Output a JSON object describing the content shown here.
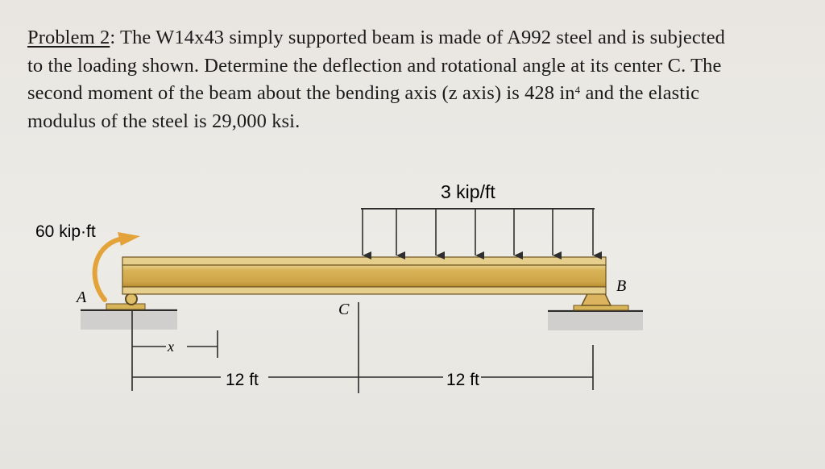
{
  "problem": {
    "label": "Problem 2",
    "line1_rest": ": The W14x43 simply supported beam is made of A992 steel and is subjected",
    "line2": "to the loading shown. Determine the deflection and rotational angle at its center C. The",
    "line3_pre": "second moment of the beam about the bending axis (z axis) is 428 in",
    "line3_sup": "4",
    "line3_post": " and the elastic",
    "line4": "modulus of the steel is 29,000 ksi."
  },
  "diagram": {
    "distributed_load_label": "3 kip/ft",
    "moment_label": "60 kip·ft",
    "point_a": "A",
    "point_b": "B",
    "point_c": "C",
    "x_label": "x",
    "dim_left": "12 ft",
    "dim_right": "12 ft",
    "colors": {
      "beam_fill": "#d8b45a",
      "beam_edge": "#6b5320",
      "load_arrow": "#333333",
      "moment_arrow": "#e3a33a",
      "ground": "#9a9a9a"
    }
  }
}
